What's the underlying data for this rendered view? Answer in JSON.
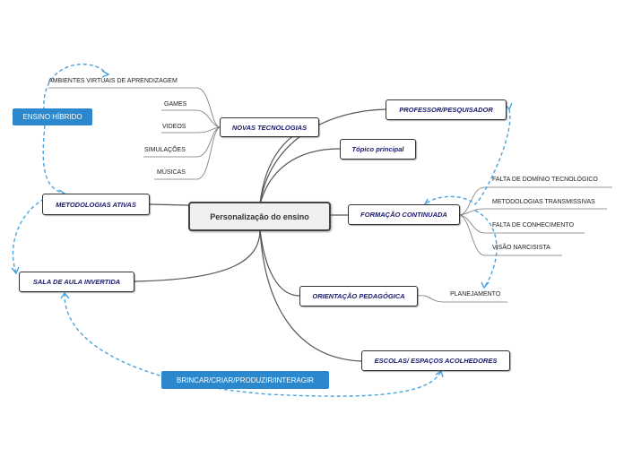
{
  "central": "Personalização do ensino",
  "topics": {
    "novas_tecnologias": "NOVAS TECNOLOGIAS",
    "metodologias_ativas": "METODOLOGIAS ATIVAS",
    "sala_de_aula_invertida": "SALA DE AULA INVERTIDA",
    "professor_pesquisador": "PROFESSOR/PESQUISADOR",
    "topico_principal": "Tópico principal",
    "formacao_continuada": "FORMAÇÃO CONTINUADA",
    "orientacao_pedagogica": "ORIENTAÇÃO PEDAGÓGICA",
    "escolas_espacos": "ESCOLAS/ ESPAÇOS ACOLHEDORES"
  },
  "novas_tecnologias_items": [
    "AMBIENTES VIRTUAIS DE APRENDIZAGEM",
    "GAMES",
    "VIDEOS",
    "SIMULAÇÕES",
    "MÚSICAS"
  ],
  "formacao_items": [
    "FALTA DE DOMÍNIO TECNOLÓGICO",
    "METODOLOGIAS TRANSMISSIVAS",
    "FALTA DE CONHECIMENTO",
    "VISÃO NARCISISTA"
  ],
  "orientacao_items": [
    "PLANEJAMENTO"
  ],
  "callouts": {
    "ensino_hibrido": "ENSINO HÍBRIDO",
    "brincar": "BRINCAR/CRIAR/PRODUZIR/INTERAGIR"
  },
  "colors": {
    "callout": "#2b88cc",
    "dashed": "#4aa3df",
    "line": "#555555"
  }
}
